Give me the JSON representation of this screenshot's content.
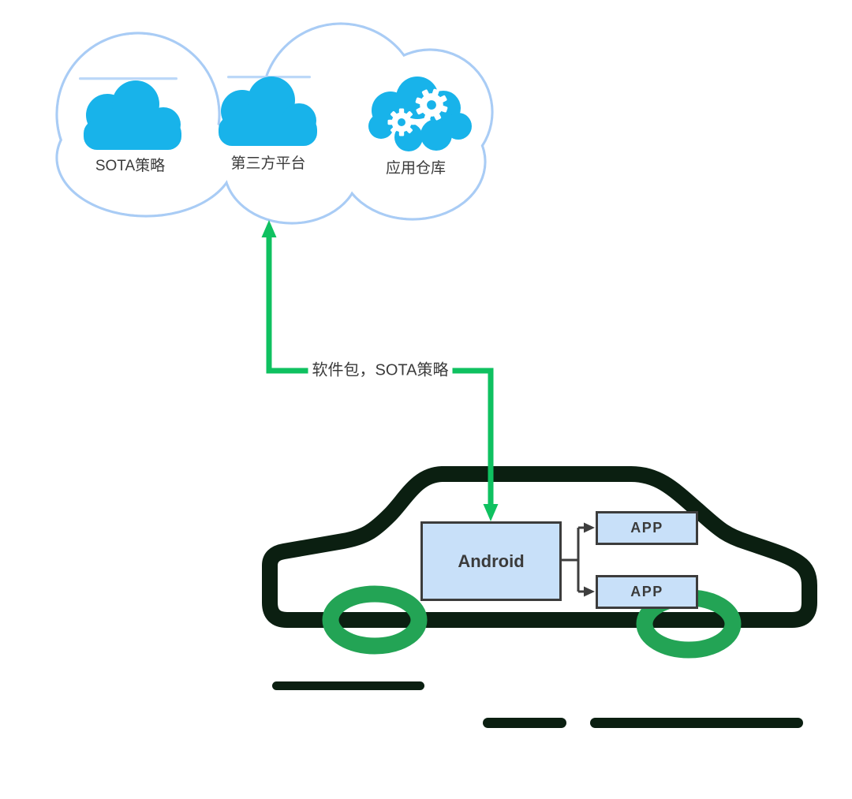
{
  "diagram": {
    "cloud": {
      "services": [
        {
          "icon": "cloud-icon",
          "label": "SOTA策略"
        },
        {
          "icon": "cloud-icon",
          "label": "第三方平台"
        },
        {
          "icon": "cloud-gears-icon",
          "label": "应用仓库"
        }
      ]
    },
    "transfer": {
      "label": "软件包，SOTA策略",
      "direction": "bidirectional-cloud-vehicle"
    },
    "vehicle": {
      "android_box": {
        "label": "Android"
      },
      "app_boxes": [
        {
          "label": "APP"
        },
        {
          "label": "APP"
        }
      ]
    },
    "colors": {
      "cloud_blue": "#18B3EA",
      "cloud_outline": "#A9CCF5",
      "arrow_green": "#0FC160",
      "wheel_green": "#23A455",
      "car_dark": "#0B1F11",
      "box_fill": "#C8E0F9",
      "box_border": "#3C3C3C",
      "text": "#3B3B3B"
    }
  }
}
